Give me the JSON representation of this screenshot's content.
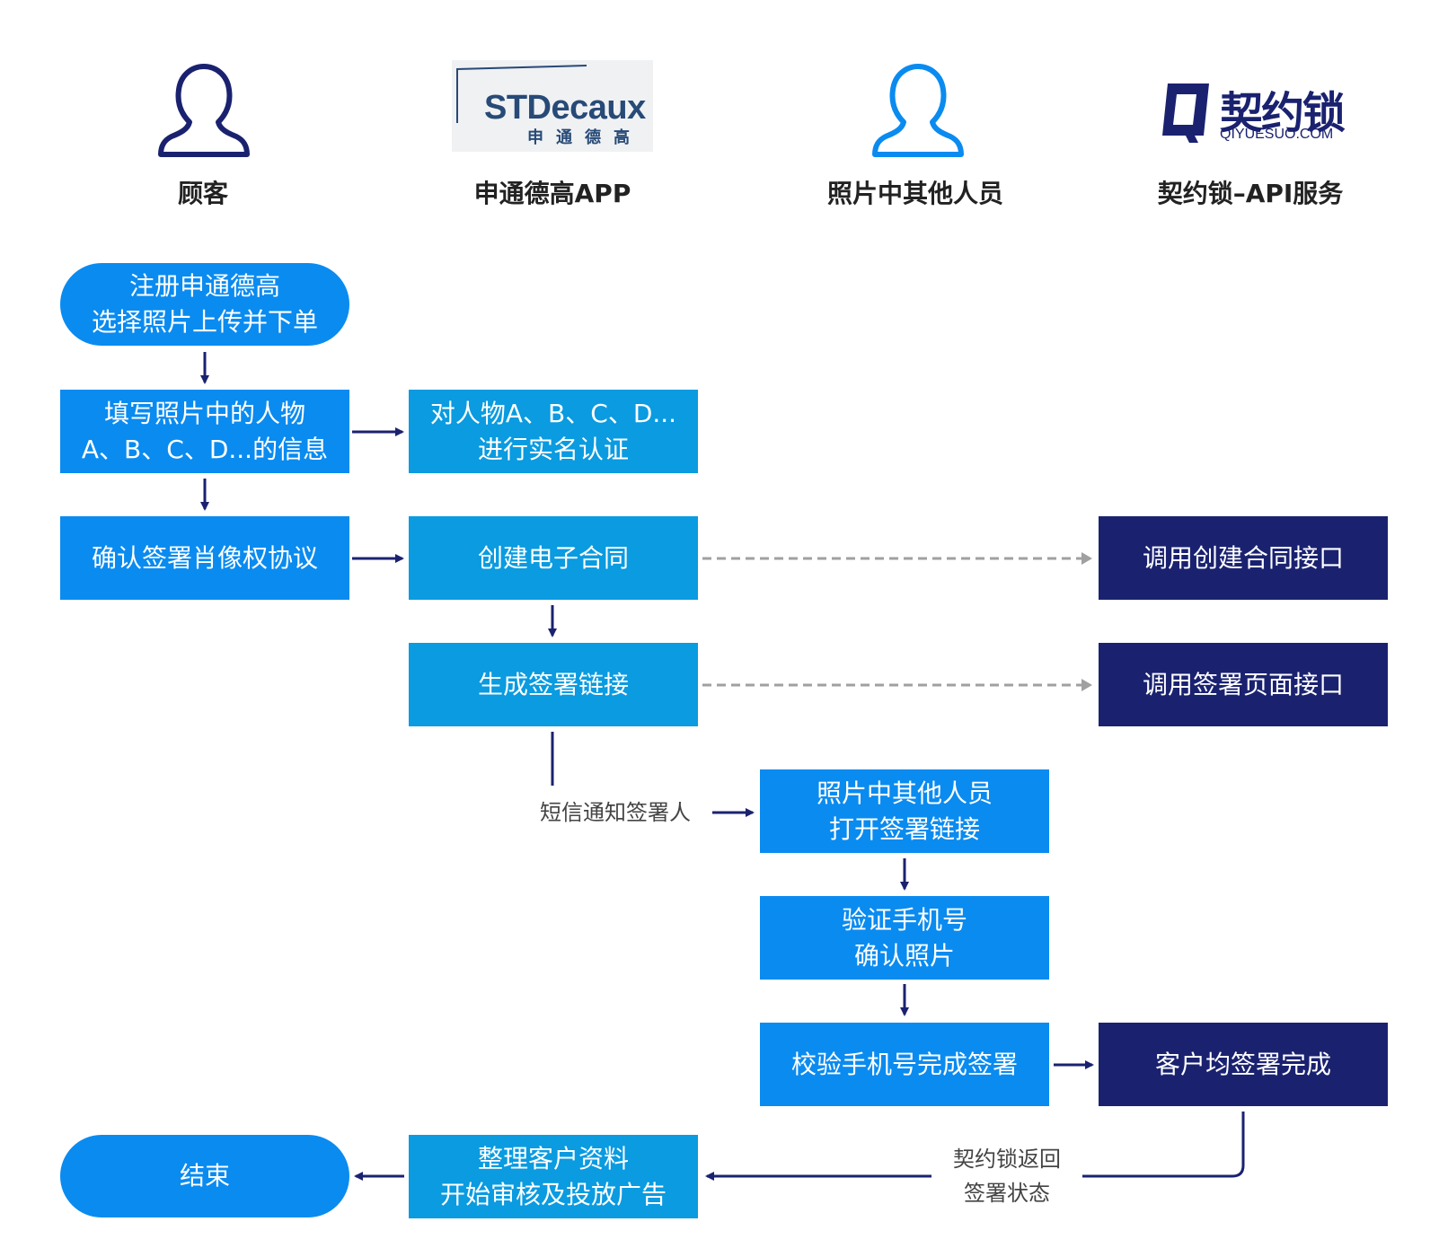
{
  "lanes": {
    "customer": "顾客",
    "app": "申通德高APP",
    "others": "照片中其他人员",
    "api": "契约锁–API服务"
  },
  "logos": {
    "stdecaux_main": "STDecaux",
    "stdecaux_sub": "申通德高",
    "qiyuesuo_cn": "契约锁",
    "qiyuesuo_en": "QIYUESUO.COM"
  },
  "steps": {
    "register": [
      "注册申通德高",
      "选择照片上传并下单"
    ],
    "fill_info": [
      "填写照片中的人物",
      "A、B、C、D...的信息"
    ],
    "verify_identity": [
      "对人物A、B、C、D...",
      "进行实名认证"
    ],
    "confirm_agreement": "确认签署肖像权协议",
    "create_contract": "创建电子合同",
    "api_create": "调用创建合同接口",
    "gen_link": "生成签署链接",
    "api_sign_page": "调用签署页面接口",
    "open_link": [
      "照片中其他人员",
      "打开签署链接"
    ],
    "verify_phone": [
      "验证手机号",
      "确认照片"
    ],
    "complete_sign": "校验手机号完成签署",
    "all_signed": "客户均签署完成",
    "organize": [
      "整理客户资料",
      "开始审核及投放广告"
    ],
    "end": "结束"
  },
  "labels": {
    "sms": "短信通知签署人",
    "return_status": [
      "契约锁返回",
      "签署状态"
    ]
  },
  "colors": {
    "customer_icon": "#1A2270",
    "others_icon": "#0A8BF0",
    "blue_box": "#0A8BF0",
    "cyan_box": "#0A9BE0",
    "navy_box": "#1A2270",
    "arrow": "#1A2270",
    "dashed_arrow": "#A0A0A0"
  }
}
